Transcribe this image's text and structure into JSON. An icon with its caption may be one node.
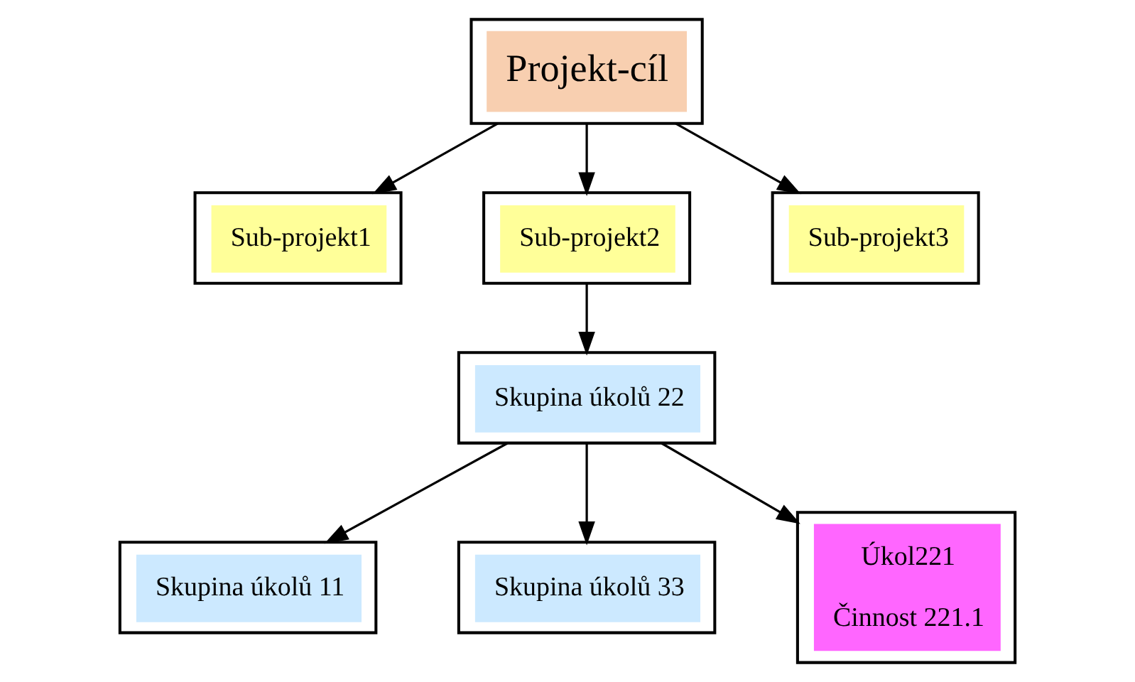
{
  "diagram": {
    "nodes": [
      {
        "text": [
          "Projekt-cíl"
        ]
      },
      {
        "text": [
          "Sub-projekt2"
        ]
      },
      {
        "text": [
          "Sub-projekt1"
        ]
      },
      {
        "text": [
          "Sub-projekt3"
        ]
      },
      {
        "text": [
          "Skupina úkolů 22"
        ]
      },
      {
        "text": [
          "Skupina úkolů 11"
        ]
      },
      {
        "text": [
          "Skupina úkolů 33"
        ]
      },
      {
        "text": [
          "Úkol221",
          "Činnost 221.1"
        ]
      }
    ],
    "edges": [
      {
        "from": 0,
        "to": 2,
        "arrow": "to"
      },
      {
        "from": 0,
        "to": 1,
        "arrow": "to"
      },
      {
        "from": 0,
        "to": 3,
        "arrow": "to"
      },
      {
        "from": 1,
        "to": 4,
        "arrow": "to"
      },
      {
        "from": 4,
        "to": 5,
        "arrow": "to"
      },
      {
        "from": 4,
        "to": 7,
        "arrow": "to"
      },
      {
        "from": 4,
        "to": 6,
        "arrow": "to"
      }
    ]
  }
}
